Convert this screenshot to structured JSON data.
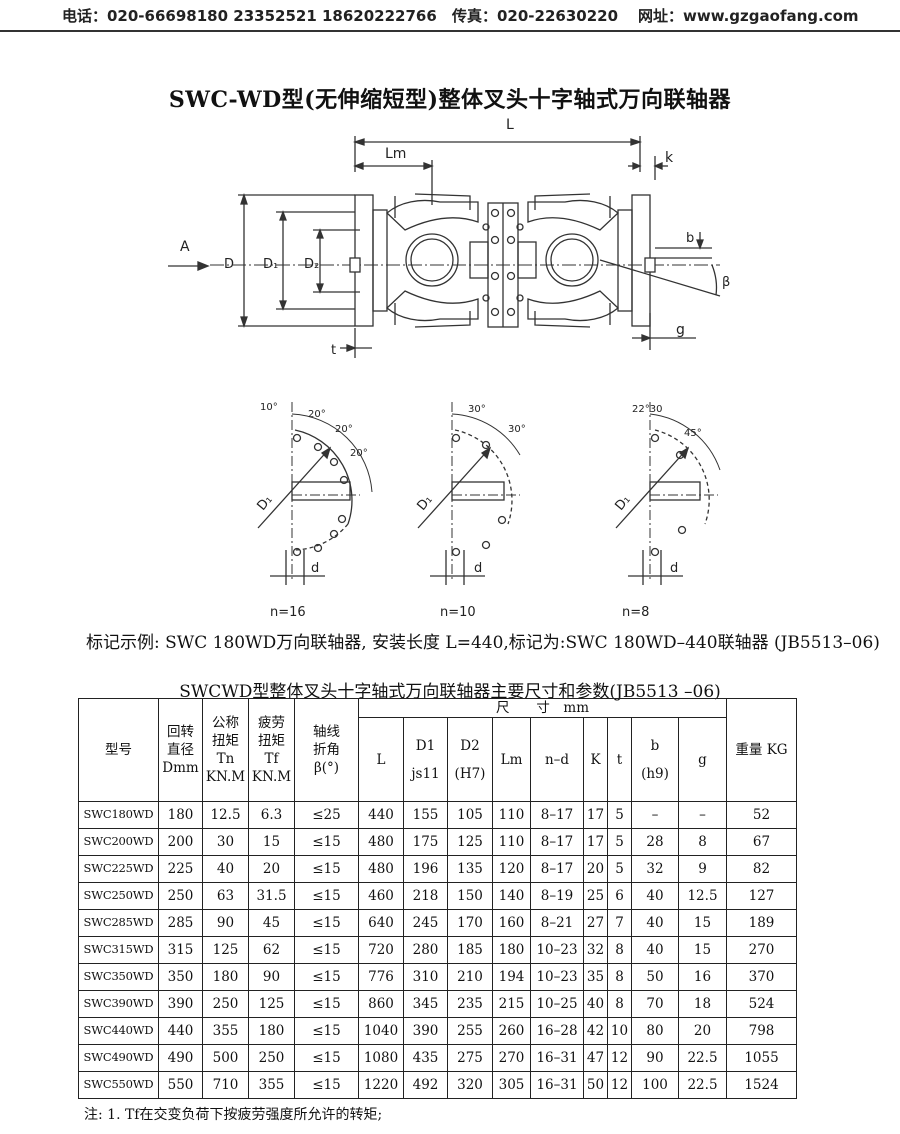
{
  "header": {
    "phone": "电话：020-66698180  23352521  18620222766",
    "fax": "传真：020-22630220",
    "website": "网址：www.gzgaofang.com"
  },
  "title": "SWC-WD型(无伸缩短型)整体叉头十字轴式万向联轴器",
  "drawing": {
    "labels": {
      "L": "L",
      "Lm": "Lm",
      "k": "k",
      "A": "A",
      "D": "D",
      "D1": "D₁",
      "D2": "D₂",
      "b": "b",
      "beta": "β",
      "g": "g",
      "t": "t",
      "d": "d",
      "D1_circle": "D₁"
    },
    "flanges": [
      {
        "n": "n=16",
        "angles": [
          "10°",
          "20°",
          "20°",
          "20°"
        ]
      },
      {
        "n": "n=10",
        "angles": [
          "30°",
          "30°"
        ]
      },
      {
        "n": "n=8",
        "angles": [
          "22°30",
          "45°"
        ]
      }
    ]
  },
  "caption": "标记示例: SWC 180WD万向联轴器, 安装长度 L=440,标记为:SWC 180WD–440联轴器 (JB5513–06)",
  "table": {
    "title": "SWCWD型整体叉头十字轴式万向联轴器主要尺寸和参数(JB5513 –06)",
    "headers": {
      "model": "型号",
      "rot_dia": [
        "回转",
        "直径",
        "Dmm"
      ],
      "nominal_torque": [
        "公称",
        "扭矩",
        "Tn",
        "KN.M"
      ],
      "fatigue_torque": [
        "疲劳",
        "扭矩",
        "Tf",
        "KN.M"
      ],
      "angle": [
        "轴线",
        "折角",
        "β(°)"
      ],
      "dims_group": "尺　　寸　mm",
      "L": "L",
      "D1": [
        "D1",
        "js11"
      ],
      "D2": [
        "D2",
        "(H7)"
      ],
      "Lm": "Lm",
      "nd": "n–d",
      "K": "K",
      "t": "t",
      "b": [
        "b",
        "(h9)"
      ],
      "g": "g",
      "weight": "重量 KG"
    },
    "rows": [
      [
        "SWC180WD",
        "180",
        "12.5",
        "6.3",
        "≤25",
        "440",
        "155",
        "105",
        "110",
        "8–17",
        "17",
        "5",
        "–",
        "–",
        "52"
      ],
      [
        "SWC200WD",
        "200",
        "30",
        "15",
        "≤15",
        "480",
        "175",
        "125",
        "110",
        "8–17",
        "17",
        "5",
        "28",
        "8",
        "67"
      ],
      [
        "SWC225WD",
        "225",
        "40",
        "20",
        "≤15",
        "480",
        "196",
        "135",
        "120",
        "8–17",
        "20",
        "5",
        "32",
        "9",
        "82"
      ],
      [
        "SWC250WD",
        "250",
        "63",
        "31.5",
        "≤15",
        "460",
        "218",
        "150",
        "140",
        "8–19",
        "25",
        "6",
        "40",
        "12.5",
        "127"
      ],
      [
        "SWC285WD",
        "285",
        "90",
        "45",
        "≤15",
        "640",
        "245",
        "170",
        "160",
        "8–21",
        "27",
        "7",
        "40",
        "15",
        "189"
      ],
      [
        "SWC315WD",
        "315",
        "125",
        "62",
        "≤15",
        "720",
        "280",
        "185",
        "180",
        "10–23",
        "32",
        "8",
        "40",
        "15",
        "270"
      ],
      [
        "SWC350WD",
        "350",
        "180",
        "90",
        "≤15",
        "776",
        "310",
        "210",
        "194",
        "10–23",
        "35",
        "8",
        "50",
        "16",
        "370"
      ],
      [
        "SWC390WD",
        "390",
        "250",
        "125",
        "≤15",
        "860",
        "345",
        "235",
        "215",
        "10–25",
        "40",
        "8",
        "70",
        "18",
        "524"
      ],
      [
        "SWC440WD",
        "440",
        "355",
        "180",
        "≤15",
        "1040",
        "390",
        "255",
        "260",
        "16–28",
        "42",
        "10",
        "80",
        "20",
        "798"
      ],
      [
        "SWC490WD",
        "490",
        "500",
        "250",
        "≤15",
        "1080",
        "435",
        "275",
        "270",
        "16–31",
        "47",
        "12",
        "90",
        "22.5",
        "1055"
      ],
      [
        "SWC550WD",
        "550",
        "710",
        "355",
        "≤15",
        "1220",
        "492",
        "320",
        "305",
        "16–31",
        "50",
        "12",
        "100",
        "22.5",
        "1524"
      ]
    ]
  },
  "note": "注: 1. Tf在交变负荷下按疲劳强度所允许的转矩;"
}
